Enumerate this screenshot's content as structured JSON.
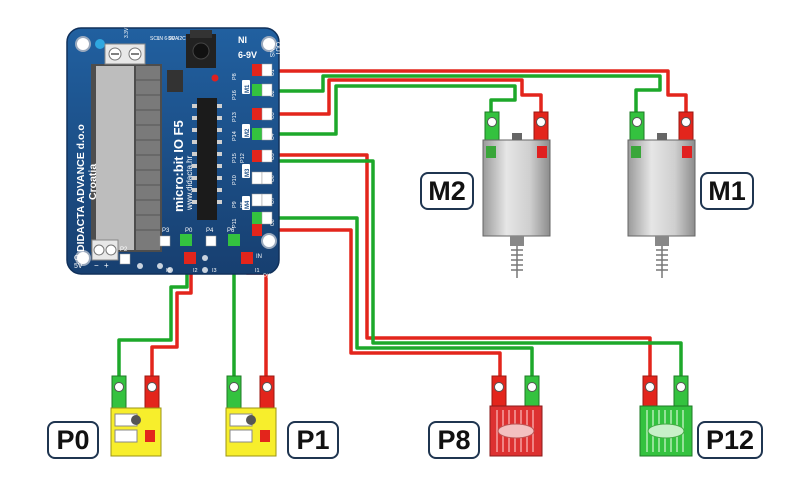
{
  "board": {
    "company": "DIDACTA ADVANCE d.o.o",
    "country": "Croatia",
    "model": "micro:bit IO F5",
    "website": "www.didacta.hr",
    "power_top": "6-9V",
    "ni": "NI",
    "out_top": "OUT",
    "pins_top": "PINS",
    "i2c": "I2C",
    "out_3v3": "3.3V OUT",
    "in_6v": "IN 6-9V",
    "scl": "SCL",
    "sda": "SDA",
    "out_5v": "OUT",
    "five_v": "5V",
    "in_pins": "IN",
    "pins_bottom": "PINS",
    "bottom_pins": [
      "P3",
      "P0",
      "P4",
      "P6"
    ],
    "bottom_inputs": [
      "I0",
      "I2",
      "I3",
      "I1"
    ],
    "p2": "P2",
    "right_pins": [
      "P8",
      "P16",
      "P13",
      "P14",
      "P15",
      "P12",
      "P10",
      "P9",
      "P5",
      "P11"
    ],
    "motor_tags": [
      "M1",
      "M2",
      "M3",
      "M4"
    ],
    "outputs": [
      "O1",
      "O2",
      "O3",
      "O4",
      "O5",
      "O6",
      "O7",
      "O8"
    ],
    "minus": "−",
    "plus": "+"
  },
  "labels": {
    "m2": "M2",
    "m1": "M1",
    "p0": "P0",
    "p1": "P1",
    "p8": "P8",
    "p12": "P12"
  },
  "colors": {
    "board": "#1c4e86",
    "wire_red": "#e3251c",
    "wire_green": "#1da82a",
    "module_yellow": "#f7ee2c",
    "led_red": "#dd3131",
    "led_green": "#34c23f"
  }
}
